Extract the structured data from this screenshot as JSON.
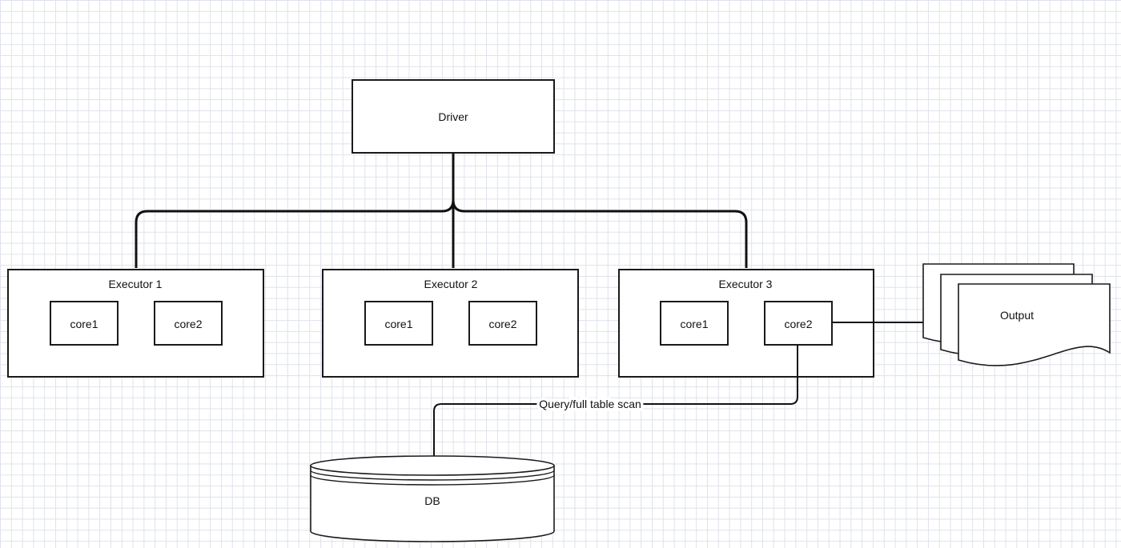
{
  "driver": {
    "label": "Driver"
  },
  "executors": [
    {
      "label": "Executor 1",
      "cores": [
        "core1",
        "core2"
      ]
    },
    {
      "label": "Executor 2",
      "cores": [
        "core1",
        "core2"
      ]
    },
    {
      "label": "Executor 3",
      "cores": [
        "core1",
        "core2"
      ]
    }
  ],
  "output": {
    "label": "Output"
  },
  "database": {
    "label": "DB"
  },
  "connections": {
    "query_label": "Query/full table scan"
  },
  "colors": {
    "line": "#111111",
    "grid": "#dfe2ec",
    "background": "#ffffff"
  }
}
